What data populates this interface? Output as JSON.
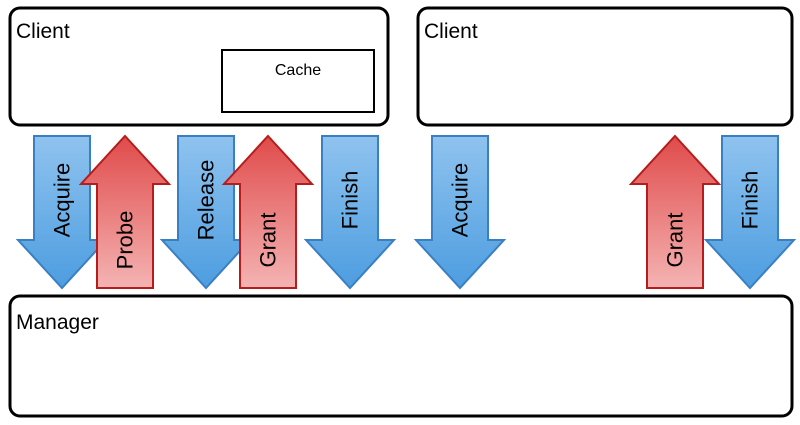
{
  "diagram": {
    "client_left": {
      "label": "Client",
      "cache_label": "Cache"
    },
    "client_right": {
      "label": "Client"
    },
    "manager": {
      "label": "Manager"
    },
    "colors": {
      "down_arrow_top": "#8fc3ef",
      "down_arrow_bottom": "#4d9de0",
      "down_arrow_stroke": "#3a7fc1",
      "up_arrow_top": "#e04a4a",
      "up_arrow_bottom": "#f5b3b3",
      "up_arrow_stroke": "#b51c1c"
    },
    "arrows": [
      {
        "label": "Acquire",
        "direction": "down"
      },
      {
        "label": "Probe",
        "direction": "up"
      },
      {
        "label": "Release",
        "direction": "down"
      },
      {
        "label": "Grant",
        "direction": "up"
      },
      {
        "label": "Finish",
        "direction": "down"
      },
      {
        "label": "Acquire",
        "direction": "down"
      },
      {
        "label": "Grant",
        "direction": "up"
      },
      {
        "label": "Finish",
        "direction": "down"
      }
    ]
  }
}
